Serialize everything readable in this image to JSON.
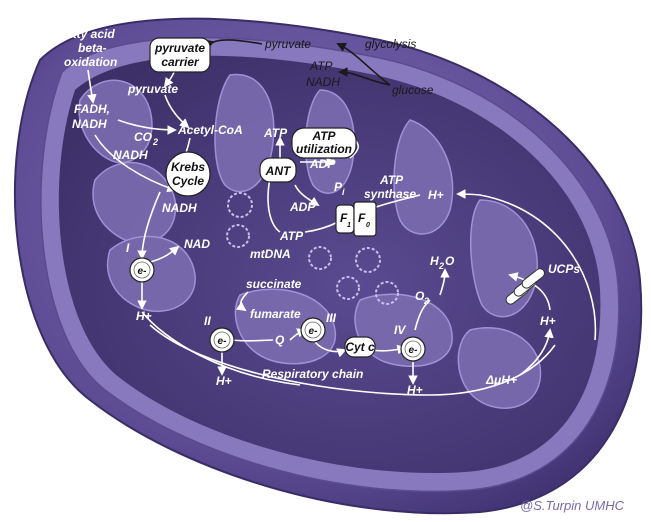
{
  "labels": {
    "fatty_acid_1": "fatty acid",
    "fatty_acid_2": "beta-",
    "fatty_acid_3": "oxidation",
    "pyruvate_carrier_1": "pyruvate",
    "pyruvate_carrier_2": "carrier",
    "pyruvate_top": "pyruvate",
    "glycolysis": "glycolysis",
    "atp_outer": "ATP",
    "nadh_outer": "NADH",
    "glucose": "glucose",
    "pyruvate_inner": "pyruvate",
    "fadh": "FADH,",
    "nadh_left": "NADH",
    "co2": "CO",
    "co2_sub": "2",
    "acetyl_coa": "Acetyl-CoA",
    "nadh_krebs": "NADH",
    "krebs_1": "Krebs",
    "krebs_2": "Cycle",
    "nadh_lower": "NADH",
    "atp_util_1": "ATP",
    "atp_util_2": "utilization",
    "atp_left": "ATP",
    "ant": "ANT",
    "adp_top": "ADP",
    "pi": "P",
    "pi_sub": "i",
    "atp_synthase_1": "ATP",
    "atp_synthase_2": "synthase",
    "adp_mid": "ADP",
    "f1": "F",
    "f1_sub": "1",
    "f0": "F",
    "f0_sub": "0",
    "atp_mid": "ATP",
    "mtdna": "mtDNA",
    "h_plus_synthase": "H+",
    "complex_1": "I",
    "electron": "e-",
    "nad": "NAD",
    "h_plus_1": "H+",
    "succinate": "succinate",
    "fumarate": "fumarate",
    "complex_2": "II",
    "complex_3": "III",
    "q": "Q",
    "h2o": "H",
    "h2o_sub": "2",
    "h2o_end": "O",
    "o2": "O",
    "o2_sub": "2",
    "complex_4": "IV",
    "cyt_c": "Cyt c",
    "h_plus_2": "H+",
    "h_plus_4": "H+",
    "respiratory_chain": "Respiratory chain",
    "delta_mu_h": "ΔμH+",
    "ucps": "UCPs",
    "h_plus_ucp": "H+",
    "signature": "@S.Turpin UMHC"
  },
  "colors": {
    "outer_membrane": "#5b4a8e",
    "outer_rim": "#7e6cb3",
    "matrix": "#4a3c7c",
    "cristae": "#8a7bbb",
    "line": "#ffffff"
  }
}
